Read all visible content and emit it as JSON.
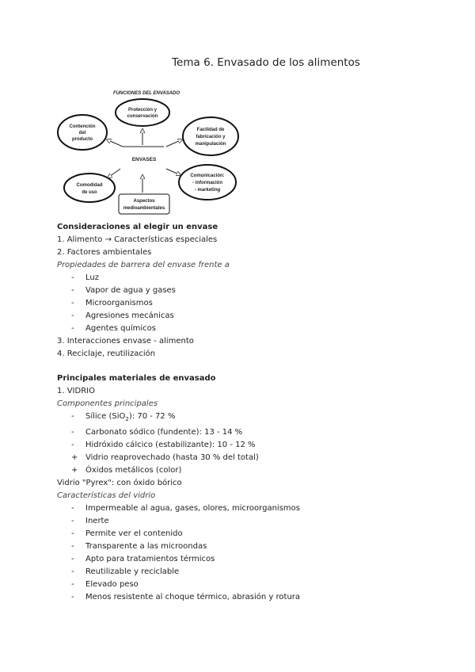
{
  "title": "Tema 6. Envasado de los alimentos",
  "diagram": {
    "title": "FUNCIONES DEL ENVASADO",
    "center": "ENVASES",
    "nodes": {
      "proteccion": [
        "Protección y",
        "conservación"
      ],
      "contencion": [
        "Contención",
        "del",
        "producto"
      ],
      "facilidad": [
        "Facilidad de",
        "fabricación y",
        "manipulación"
      ],
      "comodidad": [
        "Comodidad",
        "de uso"
      ],
      "comunicacion": [
        "Comunicación:",
        "- información",
        "- marketing"
      ],
      "aspectos": [
        "Aspectos",
        "medioambientales"
      ]
    }
  },
  "s1": {
    "heading": "Consideraciones al elegir un envase",
    "l1": "1. Alimento → Características especiales",
    "l2": "2. Factores ambientales",
    "sub": "Propiedades de barrera del envase frente a",
    "items": [
      "Luz",
      "Vapor de agua y gases",
      "Microorganismos",
      "Agresiones mecánicas",
      "Agentes químicos"
    ],
    "l3": "3. Interacciones envase - alimento",
    "l4": "4. Reciclaje, reutilización"
  },
  "s2": {
    "heading": "Principales materiales de envasado",
    "l1": "1. VIDRIO",
    "sub1": "Componentes principales",
    "comp": [
      {
        "m": "-",
        "pre": "Sílice (SiO",
        "sub": "2",
        "post": "): 70 - 72 %"
      },
      {
        "m": "-",
        "t": "Carbonato sódico (fundente): 13 - 14 %"
      },
      {
        "m": "-",
        "t": "Hidróxido cálcico (estabilizante): 10 - 12 %"
      },
      {
        "m": "+",
        "t": "Vidrio reaprovechado (hasta 30 % del total)"
      },
      {
        "m": "+",
        "t": "Óxidos metálicos (color)"
      }
    ],
    "pyrex": "Vidrio \"Pyrex\": con óxido bórico",
    "sub2": "Características del vidrio",
    "chars": [
      "Impermeable al agua, gases, olores, microorganismos",
      "Inerte",
      "Permite ver el contenido",
      "Transparente a las microondas",
      "Apto para tratamientos térmicos",
      "Reutilizable y reciclable",
      "Elevado peso",
      "Menos resistente al choque térmico, abrasión y rotura"
    ]
  }
}
